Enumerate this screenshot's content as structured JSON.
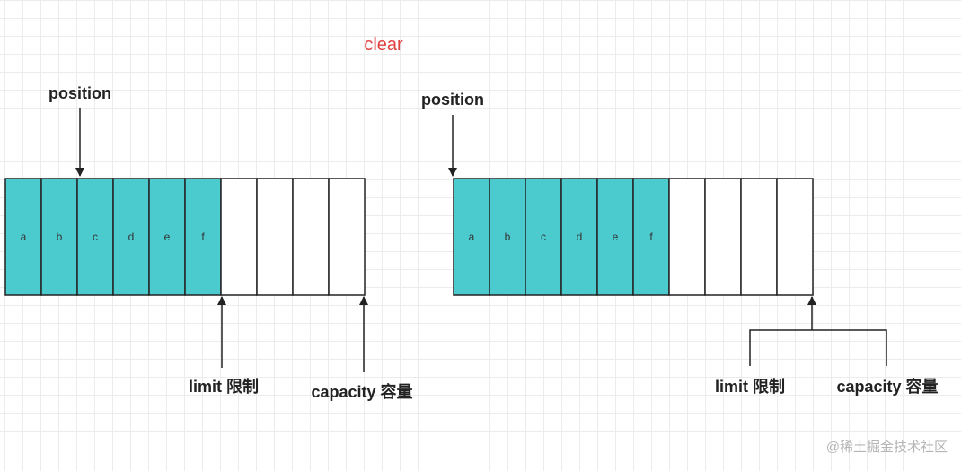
{
  "title": "clear",
  "colors": {
    "title": "#e04040",
    "filled_cell": "#4ccbcf",
    "empty_cell": "#ffffff",
    "stroke": "#222222"
  },
  "before": {
    "cells": [
      "a",
      "b",
      "c",
      "d",
      "e",
      "f",
      "",
      "",
      "",
      ""
    ],
    "position_label": "position",
    "limit_label": "limit 限制",
    "capacity_label": "capacity 容量"
  },
  "after": {
    "cells": [
      "a",
      "b",
      "c",
      "d",
      "e",
      "f",
      "",
      "",
      "",
      ""
    ],
    "position_label": "position",
    "limit_label": "limit 限制",
    "capacity_label": "capacity 容量"
  },
  "watermark": "@稀土掘金技术社区"
}
